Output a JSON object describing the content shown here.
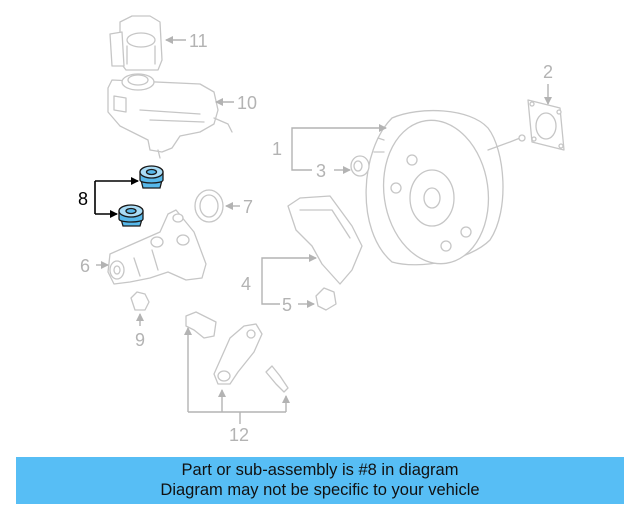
{
  "diagram": {
    "callouts": [
      "1",
      "2",
      "3",
      "4",
      "5",
      "6",
      "7",
      "8",
      "9",
      "10",
      "11",
      "12"
    ],
    "highlighted_callout": "8",
    "highlight_color": "#57b8ea",
    "line_color": "#c6c6c6"
  },
  "banner": {
    "line1": "Part or sub-assembly is #8 in diagram",
    "line2": "Diagram may not be specific to your vehicle",
    "background": "#57bef5"
  }
}
